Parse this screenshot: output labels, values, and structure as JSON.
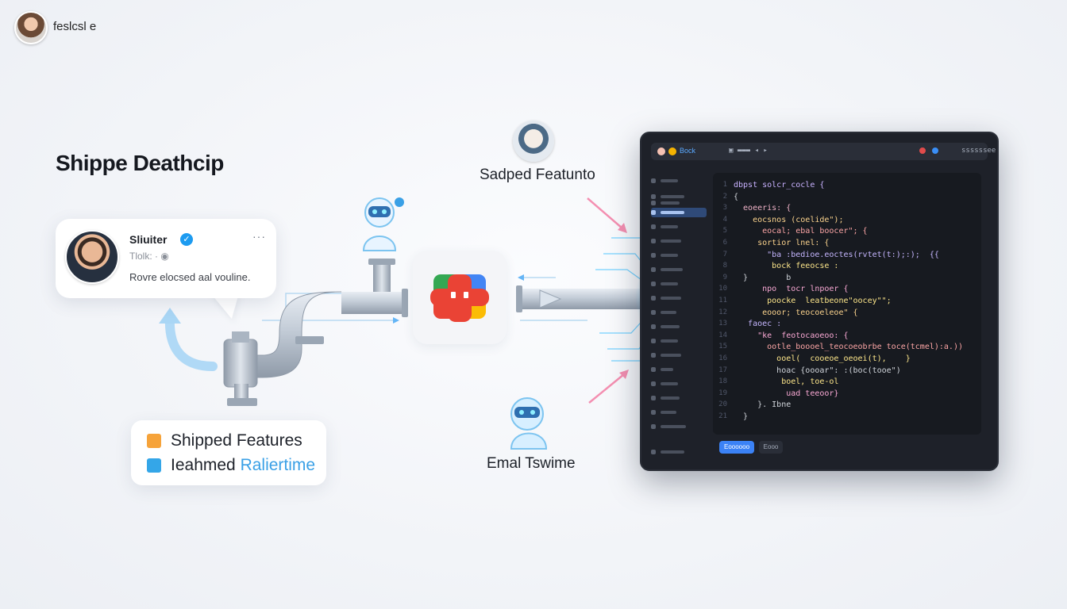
{
  "brand": {
    "name": "feslcsl e"
  },
  "title": "Shippe Deathcip",
  "post": {
    "name": "Sliuiter",
    "handle": "Tlolk: ·",
    "more": "···",
    "text": "Rovre elocsed aal vouline."
  },
  "features": [
    {
      "label": "Shipped Features",
      "icon_color": "#f6a33a",
      "accent": ""
    },
    {
      "label": "Ieahmed ",
      "accent": "Raliertime",
      "icon_color": "#34a6e8"
    }
  ],
  "labels": {
    "top": "Sadped Featunto",
    "bottom": "Emal Tswime"
  },
  "editor": {
    "tab_label": "Bock",
    "status_label": "ssssssee",
    "run_button": "Eoooooo",
    "alt_button": "Eooo",
    "code_lines": [
      {
        "n": "1",
        "text": "dbpst solcr_cocle {",
        "color": "#c9b2ff"
      },
      {
        "n": "2",
        "text": "{",
        "color": "#d1d5db"
      },
      {
        "n": "3",
        "text": "  eoeeris: {",
        "color": "#f0b3c8"
      },
      {
        "n": "4",
        "text": "    eocsnos (coelide\");",
        "color": "#fbd38d"
      },
      {
        "n": "5",
        "text": "      eocal; ebal boocer\"; {",
        "color": "#fca5a5"
      },
      {
        "n": "6",
        "text": "     sortior lnel: {",
        "color": "#fbd38d"
      },
      {
        "n": "7",
        "text": "       \"ba :bedioe.eoctes(rvtet(t:);:);  {{",
        "color": "#c4b5fd"
      },
      {
        "n": "8",
        "text": "        bock feeocse :",
        "color": "#fde68a"
      },
      {
        "n": "9",
        "text": "  }        b",
        "color": "#d1d5db"
      },
      {
        "n": "10",
        "text": "      npo  tocr lnpoer {",
        "color": "#f9a8d4"
      },
      {
        "n": "11",
        "text": "       poocke  leatbeone\"oocey\"\";",
        "color": "#fde68a"
      },
      {
        "n": "12",
        "text": "      eooor; teocoeleoe\" {",
        "color": "#fbd38d"
      },
      {
        "n": "13",
        "text": "   faoec :",
        "color": "#c4b5fd"
      },
      {
        "n": "14",
        "text": "     \"ke  feotocaoeoo: {",
        "color": "#f9a8d4"
      },
      {
        "n": "15",
        "text": "       ootle_boooel_teocoeobrbe toce(tcmel):a.))",
        "color": "#fca5a5"
      },
      {
        "n": "16",
        "text": "         ooel(  cooeoe_oeoei(t),    }",
        "color": "#fde68a"
      },
      {
        "n": "17",
        "text": "         hoac {oooar\": :(boc(tooe\")",
        "color": "#d1d5db"
      },
      {
        "n": "18",
        "text": "          boel, toe-ol",
        "color": "#fde68a"
      },
      {
        "n": "19",
        "text": "           uad teeoor}",
        "color": "#f9a8d4"
      },
      {
        "n": "20",
        "text": "     }. Ibne",
        "color": "#d1d5db"
      },
      {
        "n": "21",
        "text": "  }",
        "color": "#d1d5db"
      }
    ]
  },
  "colors": {
    "accent": "#3aa0e6",
    "pipe": "#b8c3d0",
    "glow": "#4fc3ff",
    "editor_bg": "#1e2129",
    "arrow_pink": "#f48fb1"
  },
  "logo": {
    "colors": [
      "#34a853",
      "#4285f4",
      "#ea4335",
      "#fbbc05"
    ]
  }
}
